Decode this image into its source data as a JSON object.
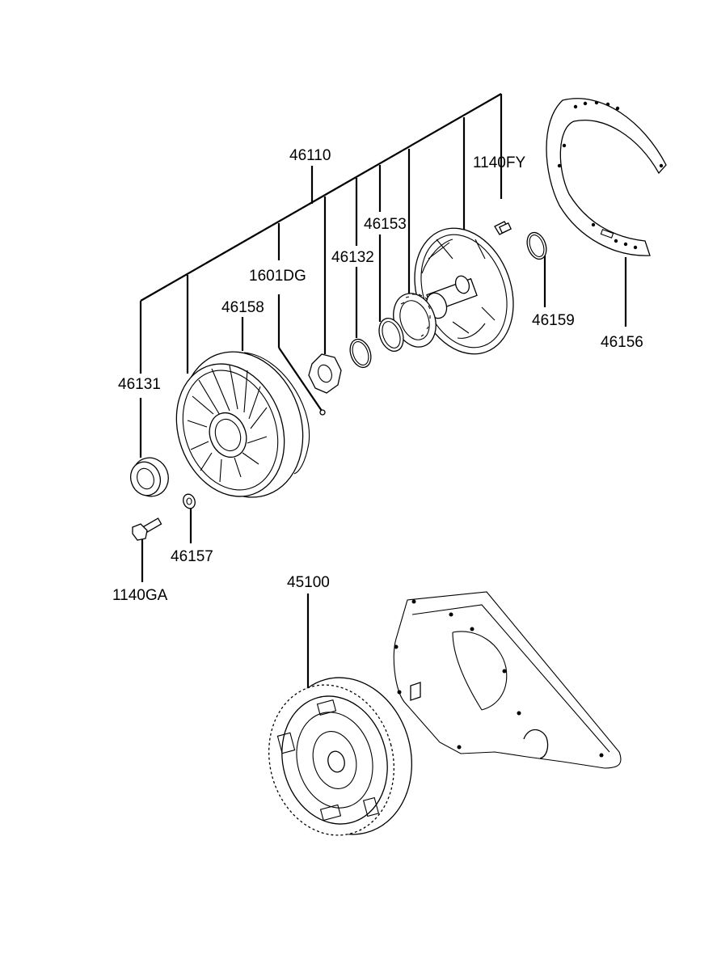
{
  "labels": {
    "p46110": "46110",
    "p1140FY": "1140FY",
    "p46153": "46153",
    "p46132": "46132",
    "p1601DG": "1601DG",
    "p46158": "46158",
    "p46131": "46131",
    "p46159": "46159",
    "p46156": "46156",
    "p46157": "46157",
    "p1140GA": "1140GA",
    "p45100": "45100"
  },
  "colors": {
    "line": "#000000",
    "background": "#ffffff"
  }
}
